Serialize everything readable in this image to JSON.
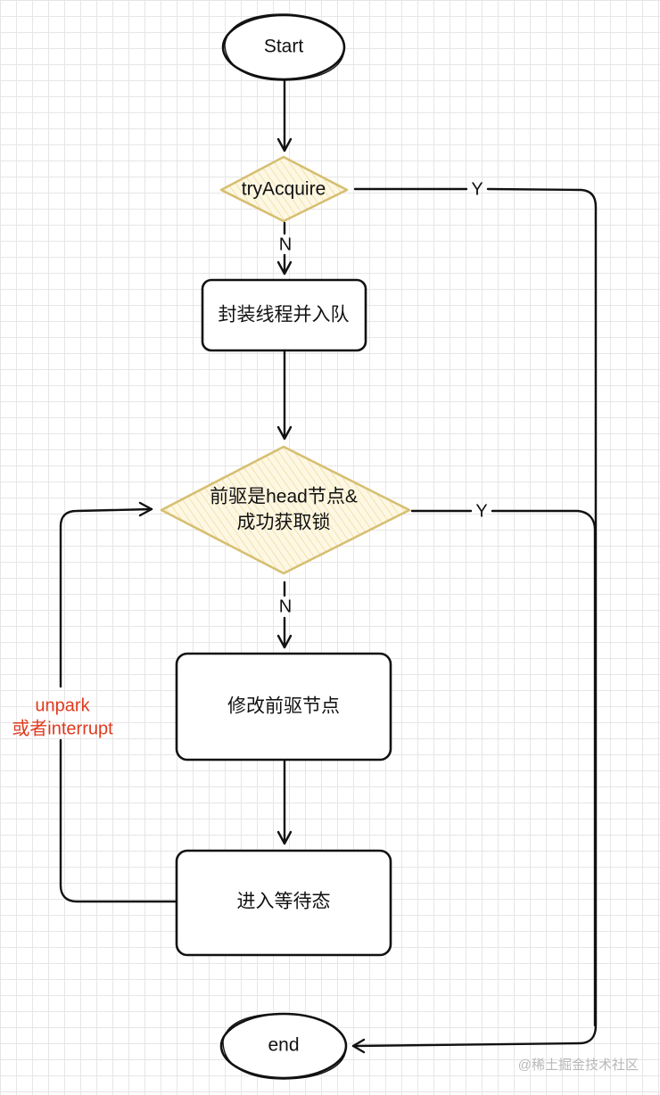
{
  "nodes": {
    "start": "Start",
    "try_acquire": "tryAcquire",
    "enqueue": "封装线程并入队",
    "check_head_line1": "前驱是head节点&",
    "check_head_line2": "成功获取锁",
    "modify_predecessor": "修改前驱节点",
    "wait_state": "进入等待态",
    "end": "end"
  },
  "edges": {
    "try_acquire_no": "N",
    "try_acquire_yes": "Y",
    "check_head_no": "N",
    "check_head_yes": "Y"
  },
  "note": {
    "line1": "unpark",
    "line2": "或者interrupt"
  },
  "watermark": "@稀土掘金技术社区",
  "colors": {
    "stroke": "#111111",
    "decision_border": "#d6bf72",
    "decision_fill": "#fbf3d9",
    "note_text": "#e03a1e",
    "grid": "#e6e6e6"
  }
}
